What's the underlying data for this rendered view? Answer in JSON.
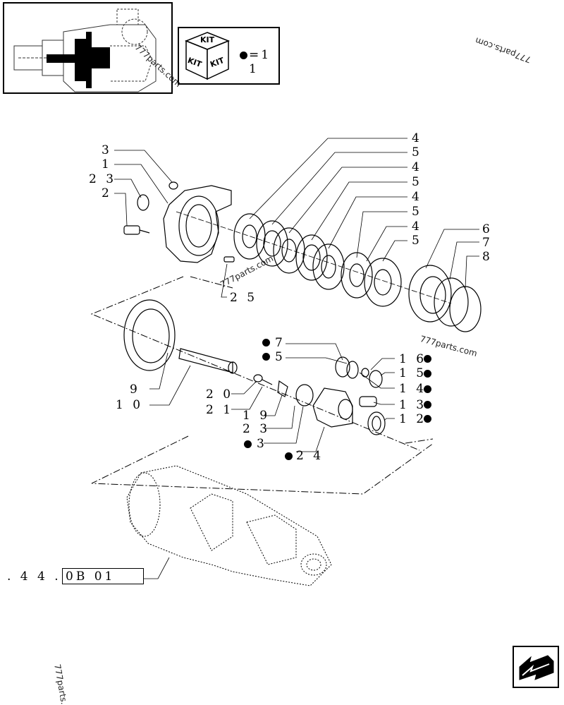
{
  "kit_box": {
    "top_label": "KIT",
    "left_label": "KIT",
    "right_label": "KIT",
    "legend_text": "=1 1"
  },
  "callouts": {
    "c3": "3",
    "c1": "1",
    "c23a": "2 3",
    "c2": "2",
    "c4a": "4",
    "c5a": "5",
    "c4b": "4",
    "c5b": "5",
    "c4c": "4",
    "c5c": "5",
    "c4d": "4",
    "c5d": "5",
    "c6": "6",
    "c7a": "7",
    "c8": "8",
    "c25": "2 5",
    "c7b": "7",
    "c5e": "5",
    "c16": "1 6",
    "c15": "1 5",
    "c14": "1 4",
    "c13": "1 3",
    "c12": "1 2",
    "c9": "9",
    "c10": "1 0",
    "c20": "2 0",
    "c21": "2 1",
    "c19": "1 9",
    "c23b": "2 3",
    "c3b": "3",
    "c24": "2 4"
  },
  "reference": {
    "prefix": ". 4 4 .",
    "code": "0B  01"
  },
  "watermarks": [
    "777parts.com",
    "777parts.com",
    "777parts.com",
    "777parts.com",
    "777parts."
  ]
}
